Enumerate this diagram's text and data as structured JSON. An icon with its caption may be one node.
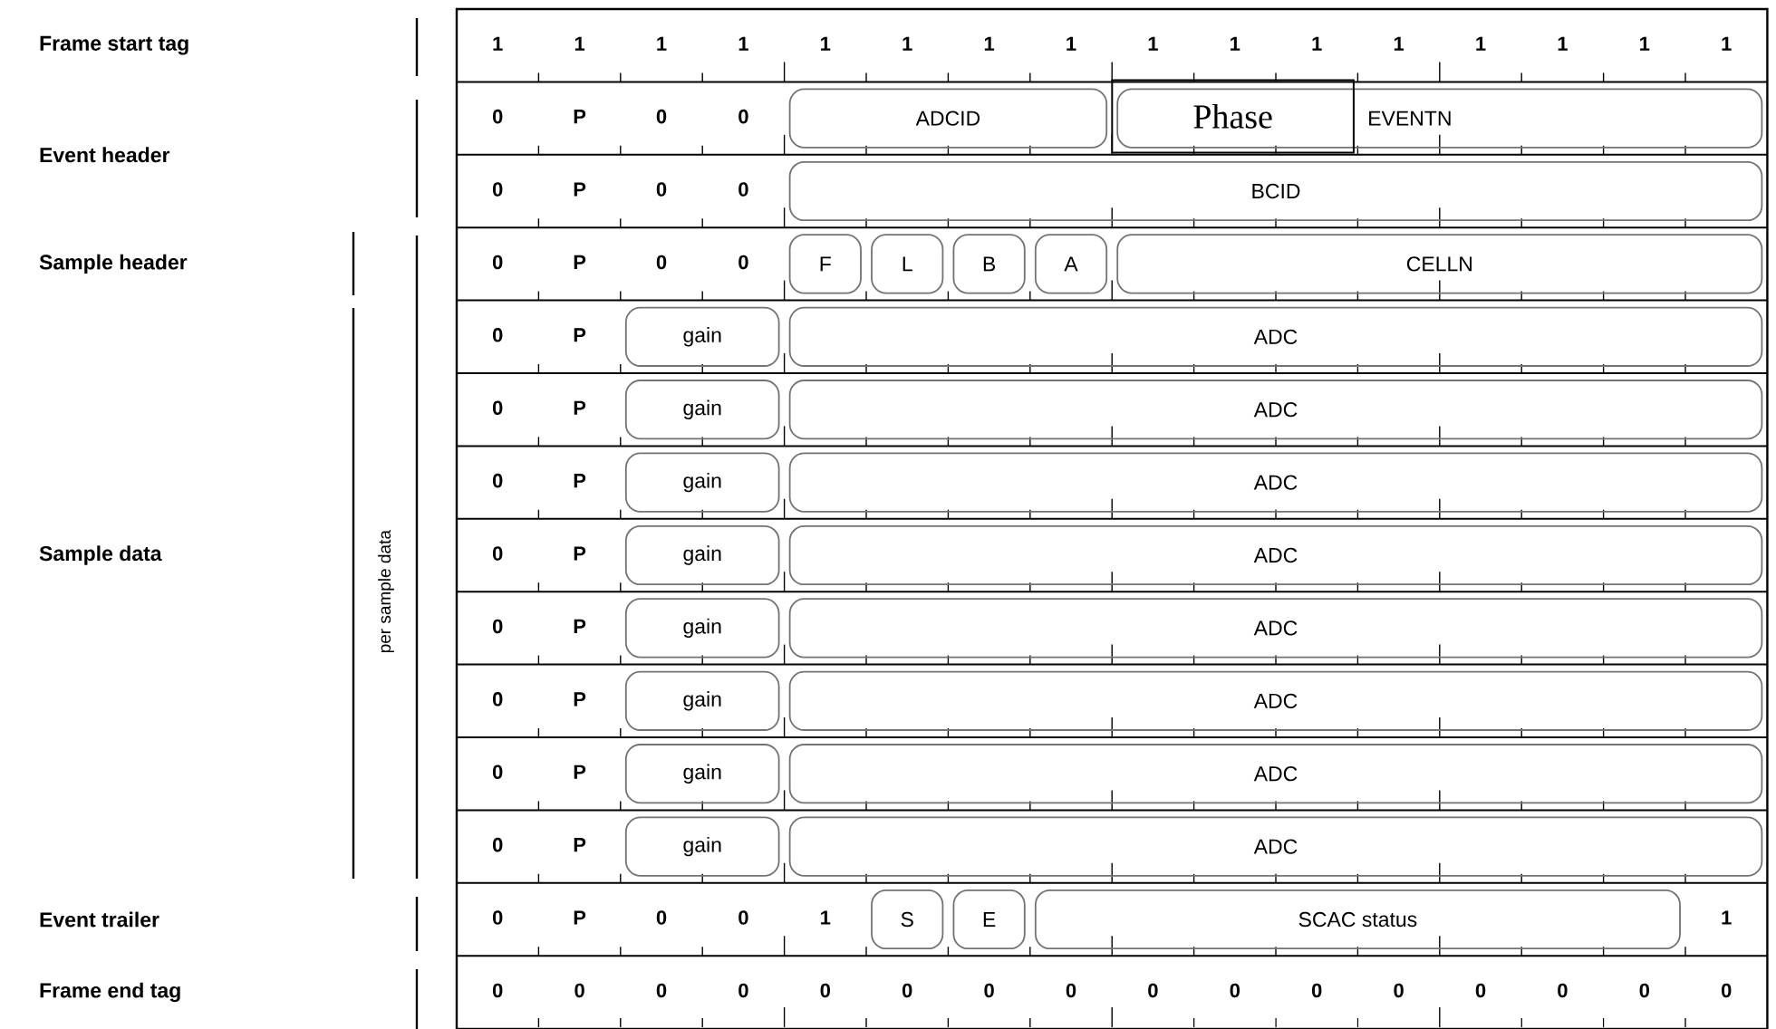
{
  "diagram": {
    "nodes": [
      {
        "text": [
          "ADCID"
        ]
      },
      {
        "text": [
          "EVENTN"
        ]
      },
      {
        "text": [
          "Phase"
        ]
      },
      {
        "text": [
          "BCID"
        ]
      },
      {
        "text": [
          "F"
        ]
      },
      {
        "text": [
          "L"
        ]
      },
      {
        "text": [
          "B"
        ]
      },
      {
        "text": [
          "A"
        ]
      },
      {
        "text": [
          "CELLN"
        ]
      },
      {
        "text": [
          "gain"
        ]
      },
      {
        "text": [
          "ADC"
        ]
      },
      {
        "text": [
          "gain"
        ]
      },
      {
        "text": [
          "ADC"
        ]
      },
      {
        "text": [
          "gain"
        ]
      },
      {
        "text": [
          "ADC"
        ]
      },
      {
        "text": [
          "gain"
        ]
      },
      {
        "text": [
          "ADC"
        ]
      },
      {
        "text": [
          "gain"
        ]
      },
      {
        "text": [
          "ADC"
        ]
      },
      {
        "text": [
          "gain"
        ]
      },
      {
        "text": [
          "ADC"
        ]
      },
      {
        "text": [
          "gain"
        ]
      },
      {
        "text": [
          "ADC"
        ]
      },
      {
        "text": [
          "gain"
        ]
      },
      {
        "text": [
          "ADC"
        ]
      },
      {
        "text": [
          "S"
        ]
      },
      {
        "text": [
          "E"
        ]
      },
      {
        "text": [
          "SCAC status"
        ]
      }
    ],
    "labels": [
      "Frame start tag",
      "1",
      "1",
      "1",
      "1",
      "1",
      "1",
      "1",
      "1",
      "1",
      "1",
      "1",
      "1",
      "1",
      "1",
      "1",
      "1",
      "Event header",
      "0",
      "P",
      "0",
      "0",
      "0",
      "P",
      "0",
      "0",
      "Sample header",
      "0",
      "P",
      "0",
      "0",
      "0",
      "P",
      "0",
      "P",
      "0",
      "P",
      "Sample data",
      "per sample data",
      "0",
      "P",
      "0",
      "P",
      "0",
      "P",
      "0",
      "P",
      "0",
      "P",
      "Event trailer",
      "0",
      "P",
      "0",
      "0",
      "1",
      "1",
      "Frame end tag",
      "0",
      "0",
      "0",
      "0",
      "0",
      "0",
      "0",
      "0",
      "0",
      "0",
      "0",
      "0",
      "0",
      "0",
      "0",
      "0"
    ]
  }
}
